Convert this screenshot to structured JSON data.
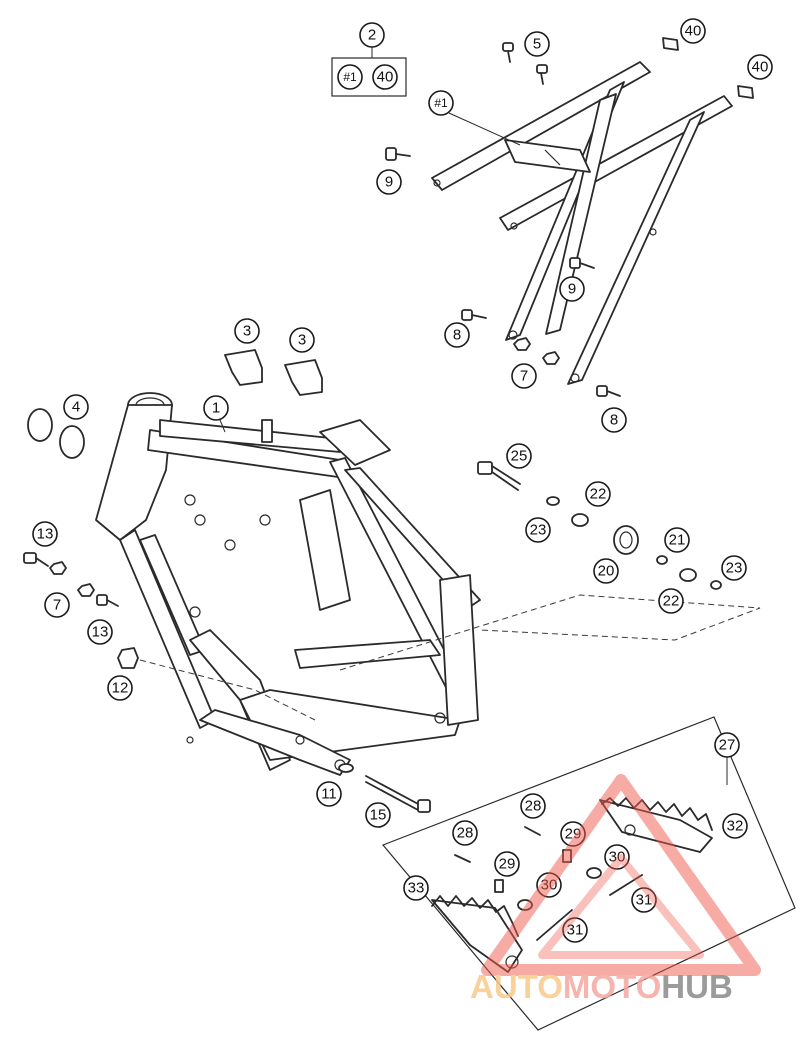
{
  "diagram": {
    "callouts": {
      "c2": "2",
      "c1": "1",
      "c3a": "3",
      "c3b": "3",
      "c4": "4",
      "c5": "5",
      "c7a": "7",
      "c7b": "7",
      "c8a": "8",
      "c8b": "8",
      "c9a": "9",
      "c9b": "9",
      "c11": "11",
      "c12": "12",
      "c13a": "13",
      "c13b": "13",
      "c15": "15",
      "c20": "20",
      "c21": "21",
      "c22a": "22",
      "c22b": "22",
      "c23a": "23",
      "c23b": "23",
      "c25": "25",
      "c27": "27",
      "c28a": "28",
      "c28b": "28",
      "c29a": "29",
      "c29b": "29",
      "c30a": "30",
      "c30b": "30",
      "c31a": "31",
      "c31b": "31",
      "c32": "32",
      "c33": "33",
      "c40a": "40",
      "c40b": "40",
      "c40box": "40",
      "h1box": "#1",
      "h1sub": "#1"
    }
  },
  "watermark": {
    "part1": "AUTO",
    "part2": "MOTO",
    "part3": "HUB",
    "colors": {
      "auto": "#f7c98a",
      "moto": "#f4a8a0",
      "hub": "#8a8a8a",
      "triangle": "#ef5a4f"
    }
  }
}
